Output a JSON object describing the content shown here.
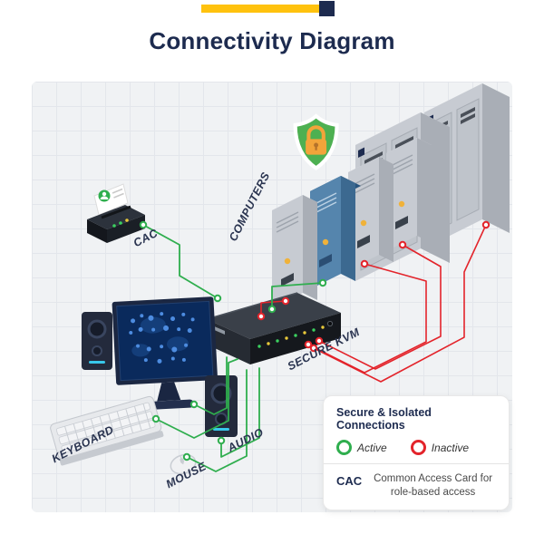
{
  "page": {
    "title": "Connectivity Diagram"
  },
  "labels": {
    "cac": "CAC",
    "computers": "COMPUTERS",
    "secure_kvm": "SECURE KVM",
    "keyboard": "KEYBOARD",
    "mouse": "MOUSE",
    "audio": "AUDIO"
  },
  "legend": {
    "title": "Secure & Isolated Connections",
    "active_label": "Active",
    "inactive_label": "Inactive",
    "cac_term": "CAC",
    "cac_definition": "Common Access Card for role-based access"
  },
  "colors": {
    "accent_yellow": "#FFC20E",
    "navy": "#1D2B4F",
    "active_green": "#2FAE4E",
    "inactive_red": "#E3242B",
    "highlight_blue": "#4C7FA9",
    "shield_green": "#4DB051",
    "lock_orange": "#F2A43A"
  },
  "icons": {
    "shield_lock": "shield-lock-icon",
    "user_card": "user-card-icon"
  }
}
